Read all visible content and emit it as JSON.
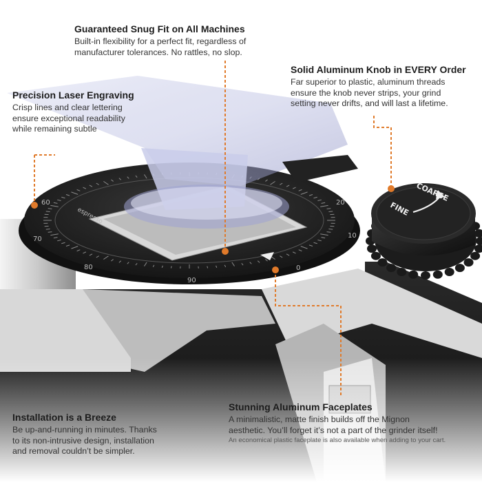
{
  "colors": {
    "accent_orange": "#e07a2a",
    "dial_black": "#1e1e1e",
    "text_dark": "#1c1c1c",
    "chrome": "#cfcfcf"
  },
  "icons": {
    "knob_arrow": "curved-arrow-icon"
  },
  "callouts": {
    "snug": {
      "title": "Guaranteed Snug Fit on All Machines",
      "lines": [
        "Built-in flexibility for a perfect fit, regardless of",
        "manufacturer tolerances. No rattles, no slop."
      ]
    },
    "knob": {
      "title": "Solid Aluminum Knob in EVERY Order",
      "lines": [
        "Far superior to plastic, aluminum threads",
        "ensure the knob never strips, your grind",
        "setting never drifts, and will last a lifetime."
      ]
    },
    "laser": {
      "title": "Precision Laser Engraving",
      "lines": [
        "Crisp lines and clear lettering",
        "ensure exceptional readability",
        "while remaining subtle"
      ]
    },
    "install": {
      "title": "Installation is a Breeze",
      "lines": [
        "Be up-and-running in minutes. Thanks",
        "to its non-intrusive design, installation",
        "and removal couldn’t be simpler."
      ]
    },
    "face": {
      "title": "Stunning Aluminum Faceplates",
      "lines": [
        "A minimalistic, matte finish builds off the Mignon",
        "aesthetic. You’ll forget it’s not a part of the grinder itself!"
      ],
      "note": "An economical plastic faceplate is also available when adding to your cart."
    }
  },
  "dial": {
    "numbers": [
      "0",
      "10",
      "20",
      "60",
      "70",
      "80",
      "90"
    ],
    "brand": "espresso"
  },
  "knob_labels": {
    "coarse": "COARSE",
    "fine": "FINE"
  }
}
